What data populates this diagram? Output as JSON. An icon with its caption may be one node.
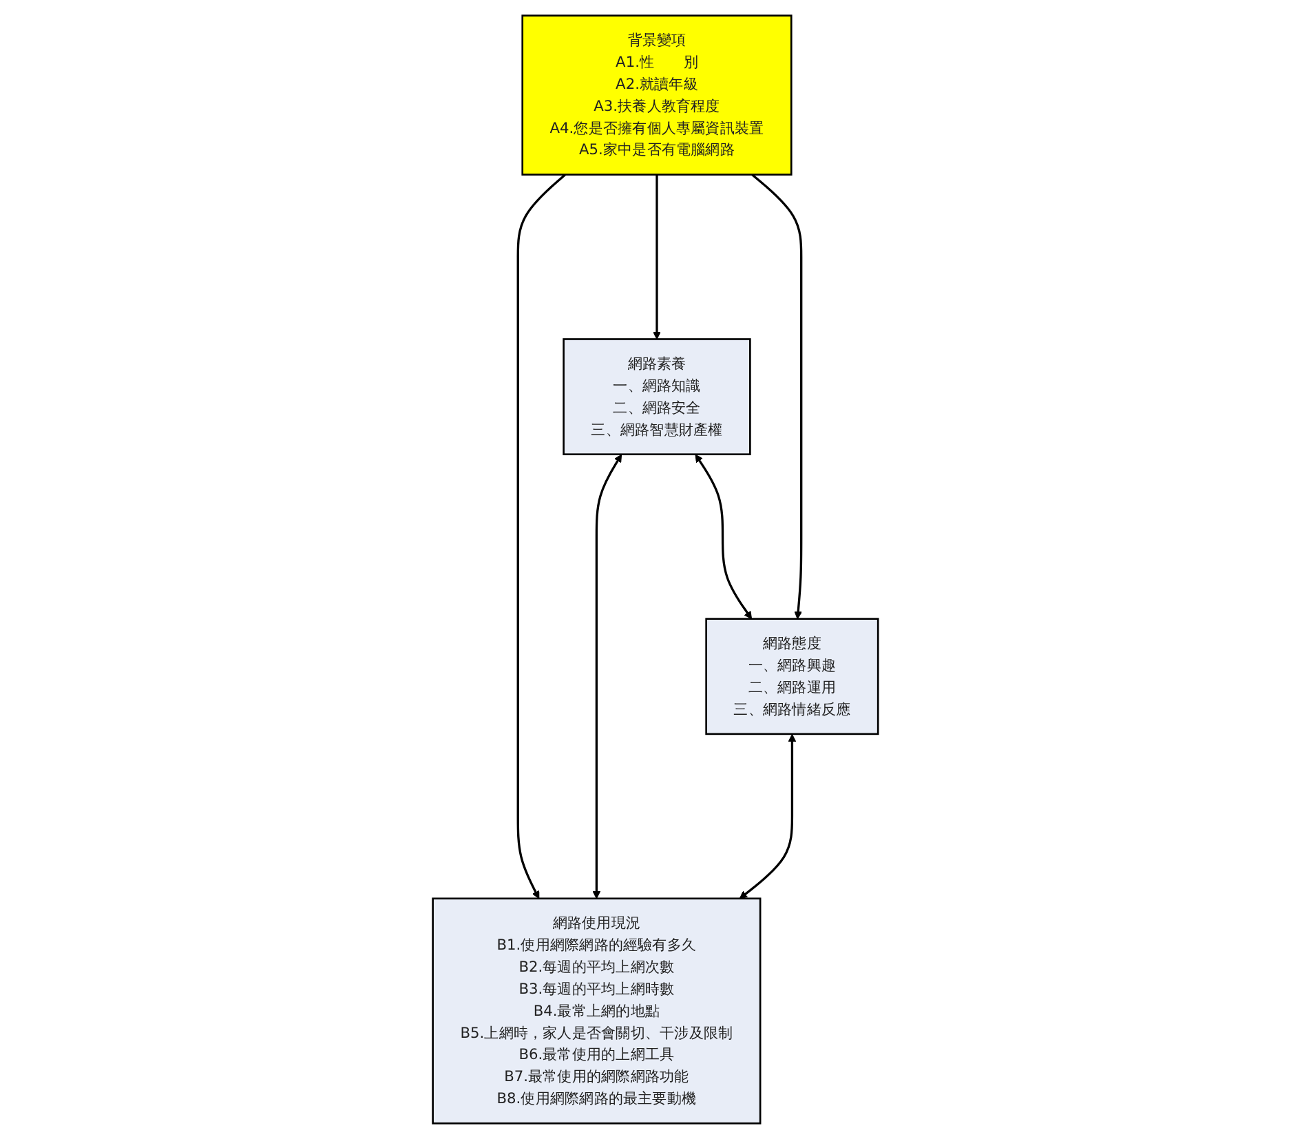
{
  "diagram": {
    "nodes": [
      {
        "text": [
          "網路使用現況",
          "B1.使用網際網路的經驗有多久",
          "B2.每週的平均上網次數",
          "B3.每週的平均上網時數",
          "B4.最常上網的地點",
          "B5.上網時，家人是否會關切、干涉及限制",
          "B6.最常使用的上網工具",
          "B7.最常使用的網際網路功能",
          "B8.使用網際網路的最主要動機"
        ]
      },
      {
        "text": [
          "背景變項",
          "A1.性　　別",
          "A2.就讀年級",
          "A3.扶養人教育程度",
          "A4.您是否擁有個人專屬資訊裝置",
          "A5.家中是否有電腦網路"
        ]
      },
      {
        "text": [
          "網路素養",
          "一、網路知識",
          "二、網路安全",
          "三、網路智慧財產權"
        ]
      },
      {
        "text": [
          "網路態度",
          "一、網路興趣",
          "二、網路運用",
          "三、網路情緒反應"
        ]
      }
    ],
    "edges": [
      {
        "from": 1,
        "to": 0,
        "arrow": "to"
      },
      {
        "from": 1,
        "to": 2,
        "arrow": "to"
      },
      {
        "from": 1,
        "to": 3,
        "arrow": "to"
      },
      {
        "from": 2,
        "to": 0,
        "arrow": "both"
      },
      {
        "from": 3,
        "to": 0,
        "arrow": "both"
      },
      {
        "from": 2,
        "to": 3,
        "arrow": "both"
      }
    ]
  }
}
